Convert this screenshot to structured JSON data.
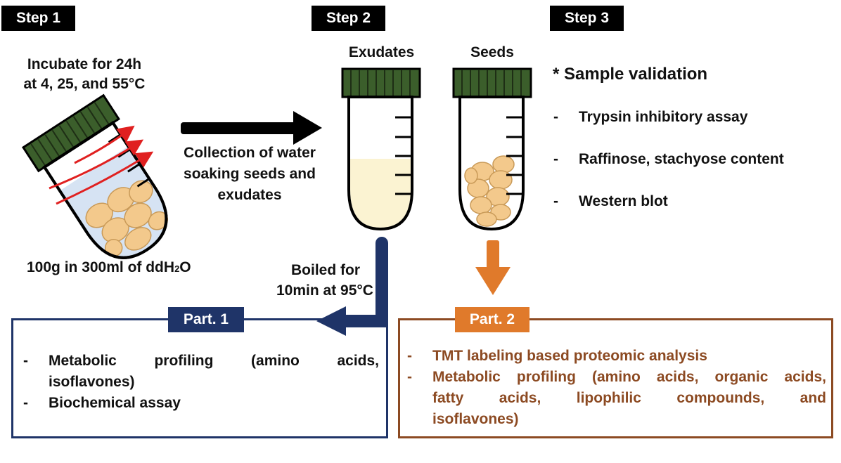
{
  "steps": {
    "step1": "Step 1",
    "step2": "Step 2",
    "step3": "Step 3"
  },
  "step1_panel": {
    "incubate_line1": "Incubate for 24h",
    "incubate_line2": "at 4, 25, and 55°C",
    "amount_prefix": "100g in 300ml of ddH",
    "amount_sub": "2",
    "amount_suffix": "O"
  },
  "arrow_label": {
    "line1": "Collection of water",
    "line2": "soaking seeds and",
    "line3": "exudates"
  },
  "tubes": {
    "exudates": "Exudates",
    "seeds": "Seeds"
  },
  "step3_panel": {
    "title": "* Sample validation",
    "items": [
      "Trypsin inhibitory assay",
      "Raffinose, stachyose content",
      "Western blot"
    ]
  },
  "boil_label": {
    "line1": "Boiled for",
    "line2": "10min at 95°C"
  },
  "part1": {
    "label": "Part. 1",
    "item1_line1": "Metabolic profiling (amino acids,",
    "item1_line2": "isoflavones)",
    "item2": "Biochemical assay"
  },
  "part2": {
    "label": "Part. 2",
    "item1": "TMT labeling based proteomic analysis",
    "item2_line1": "Metabolic profiling (amino acids, organic acids,",
    "item2_line2": "fatty acids, lipophilic compounds, and",
    "item2_line3": "isoflavones)"
  },
  "colors": {
    "navy": "#1f3468",
    "orange": "#e07a2b",
    "brown": "#8c4a22",
    "cap_green": "#3b5e2b",
    "exudate_fill": "#fbf3d2",
    "arrow_red": "#e02020"
  },
  "bullet": "-"
}
